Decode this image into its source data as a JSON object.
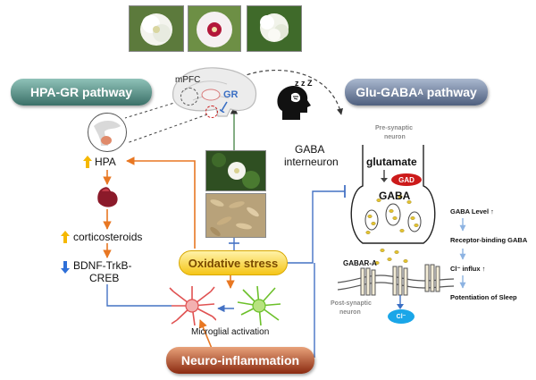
{
  "photos": {
    "flower_1": "white flower photo",
    "flower_2": "white flower with red center photo",
    "flower_3": "double white flower photo",
    "plant": "flowering shrub photo",
    "seeds": "dried seed pods photo"
  },
  "pathways": {
    "hpa_gr": "HPA-GR pathway",
    "glu_gaba_main": "Glu-GABA",
    "glu_gaba_sub": "A",
    "glu_gaba_tail": " pathway",
    "oxidative": "Oxidative stress",
    "neuro": "Neuro-inflammation"
  },
  "brain": {
    "mpfc": "mPFC",
    "gr": "GR",
    "sleep_zz": "z z Z"
  },
  "hpa_axis": {
    "hpa": "HPA",
    "corticosteroids": "corticosteroids",
    "bdnf_1": "BDNF-TrkB-",
    "bdnf_2": "CREB"
  },
  "microglia": {
    "label": "Microglial activation"
  },
  "synapse": {
    "interneuron_1": "GABA",
    "interneuron_2": "interneuron",
    "pre_1": "Pre-synaptic",
    "pre_2": "neuron",
    "glutamate": "glutamate",
    "gad": "GAD",
    "gaba": "GABA",
    "gabar": "GABAR-A",
    "post_1": "Post-synaptic",
    "post_2": "neuron",
    "cl": "Cl⁻"
  },
  "effects": {
    "e1": "GABA Level ↑",
    "e2": "Receptor-binding GABA",
    "e3": "Cl⁻ influx ↑",
    "e4": "Potentiation of Sleep"
  },
  "colors": {
    "orange": "#E87722",
    "blue": "#4472C4",
    "up": "#F5B800",
    "down": "#2E6FD8"
  }
}
